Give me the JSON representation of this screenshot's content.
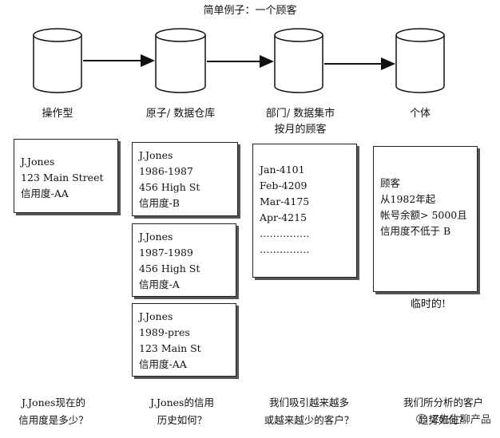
{
  "title": "简单例子：一个顾客",
  "stages": [
    {
      "label": "操作型"
    },
    {
      "label": "原子/ 数据仓库"
    },
    {
      "label": "部门/ 数据集市",
      "sub": "按月的顾客"
    },
    {
      "label": "个体"
    }
  ],
  "operational_record": [
    "J.Jones",
    "123   Main Street",
    "信用度-AA"
  ],
  "warehouse_records": [
    [
      "J.Jones",
      "1986-1987",
      "456   High St",
      "信用度-B"
    ],
    [
      "J.Jones",
      "1987-1989",
      "456   High St",
      "信用度-A"
    ],
    [
      "J.Jones",
      "1989-pres",
      "123   Main St",
      "信用度-AA"
    ]
  ],
  "datamart_record": [
    "Jan-4101",
    "Feb-4209",
    "Mar-4175",
    "Apr-4215",
    "……………",
    "……………"
  ],
  "individual_record": [
    "顾客",
    "从1982年起",
    "帐号余额> 5000且",
    "信用度不低于 B"
  ],
  "individual_note": "临时的!",
  "questions": [
    [
      "J.Jones现在的",
      "信用度是多少？"
    ],
    [
      "J.Jones的信用",
      "历史如何？"
    ],
    [
      "我们吸引越来越多",
      "或越来越少的客户？"
    ],
    [
      "我们所分析的客户",
      "趋势如何？"
    ]
  ],
  "watermark": "Z先生聊产品"
}
